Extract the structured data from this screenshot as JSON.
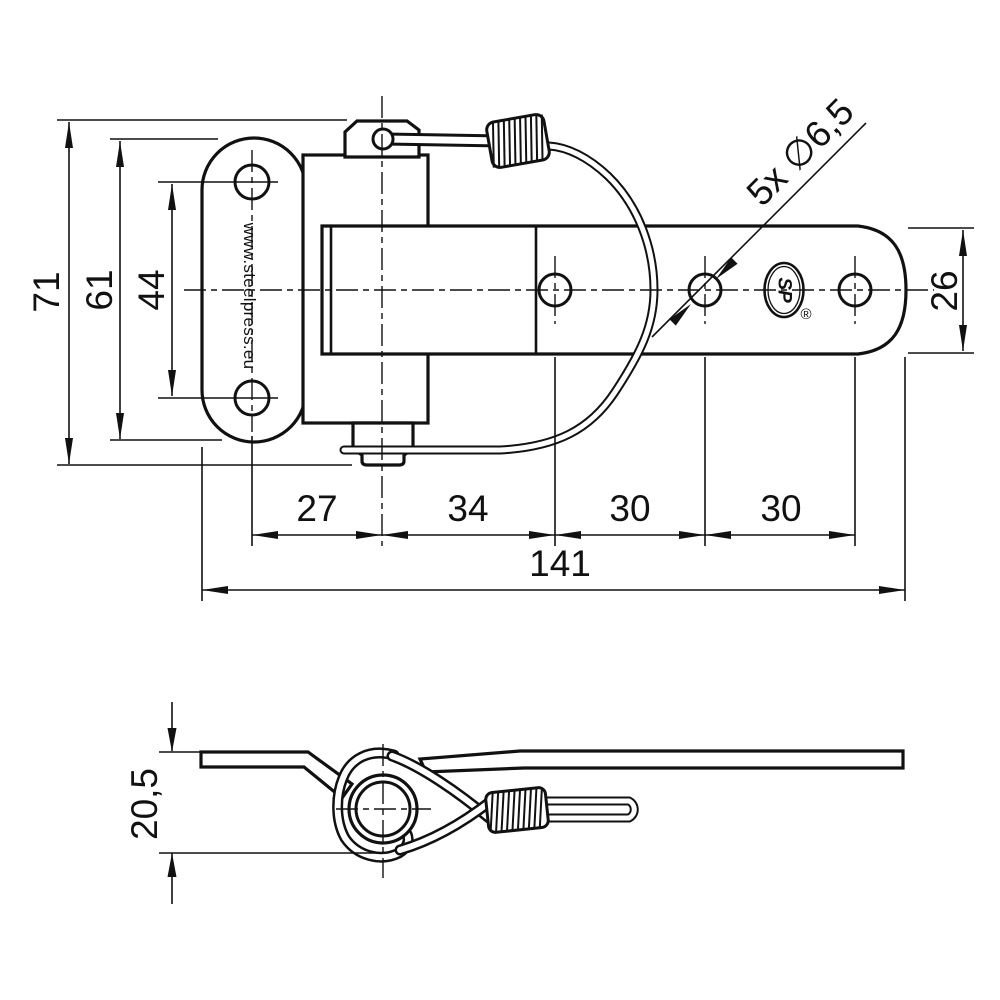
{
  "drawing": {
    "brand_text": "www.steelpress.eu",
    "logo": {
      "monogram": "SP",
      "registered": "®"
    },
    "colors": {
      "line": "#111111",
      "background": "#ffffff"
    },
    "dimensions": {
      "overall_height": "71",
      "plate_height": "61",
      "plate_hole_spacing": "44",
      "strap_width": "26",
      "holes_callout": "5x ∅6,5",
      "seg_plate_hole_to_pivot": "27",
      "seg_pivot_to_hole1": "34",
      "seg_hole1_to_hole2": "30",
      "seg_hole2_to_hole3": "30",
      "overall_length": "141",
      "side_view_height": "20,5"
    }
  }
}
